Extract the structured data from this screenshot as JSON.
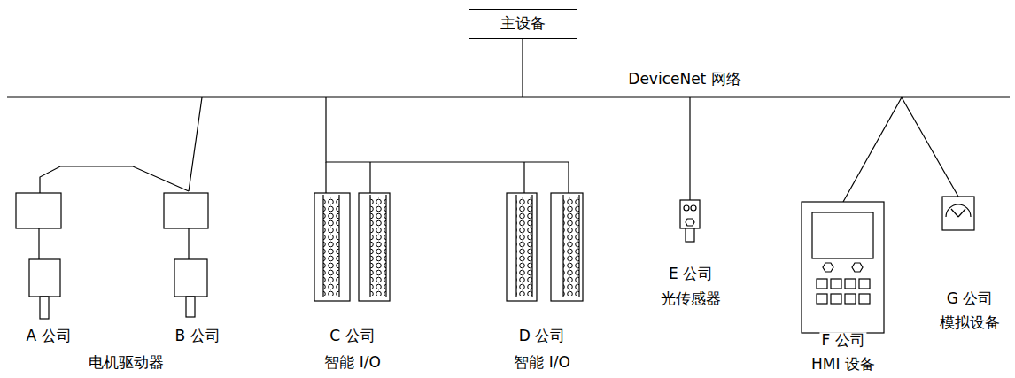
{
  "diagram": {
    "nodes": [
      {
        "text": [
          "主设备"
        ]
      }
    ],
    "labels": [
      "DeviceNet 网络",
      "A 公司",
      "B 公司",
      "电机驱动器",
      "C 公司",
      "智能 I/O",
      "D 公司",
      "智能 I/O",
      "E 公司",
      "光传感器",
      "F 公司",
      "HMI 设备",
      "G 公司",
      "模拟设备"
    ]
  }
}
